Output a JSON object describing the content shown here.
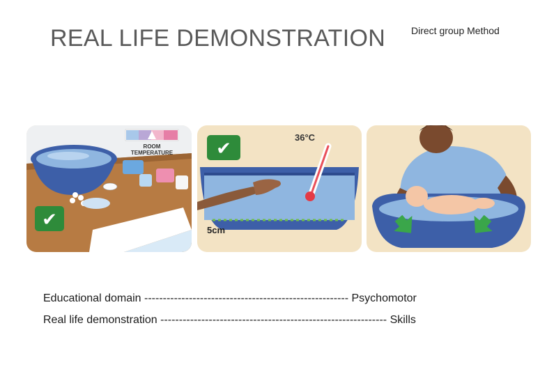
{
  "slide": {
    "title": "REAL LIFE DEMONSTRATION",
    "subtitle": "Direct group Method"
  },
  "illustration": {
    "panel1": {
      "label_line1": "ROOM",
      "label_line2": "TEMPERATURE"
    },
    "panel2": {
      "temperature": "36°C",
      "depth": "5cm"
    }
  },
  "rows": [
    {
      "left": "Educational domain",
      "dashes": "-------------------------------------------------------",
      "right": "Psychomotor"
    },
    {
      "left": "Real life demonstration",
      "dashes": "-------------------------------------------------------------",
      "right": "Skills"
    }
  ],
  "colors": {
    "title": "#595959",
    "tub_blue": "#3d5fa8",
    "water": "#8fb6e0",
    "check_green": "#2e8b3a",
    "table_brown": "#b77b43"
  }
}
